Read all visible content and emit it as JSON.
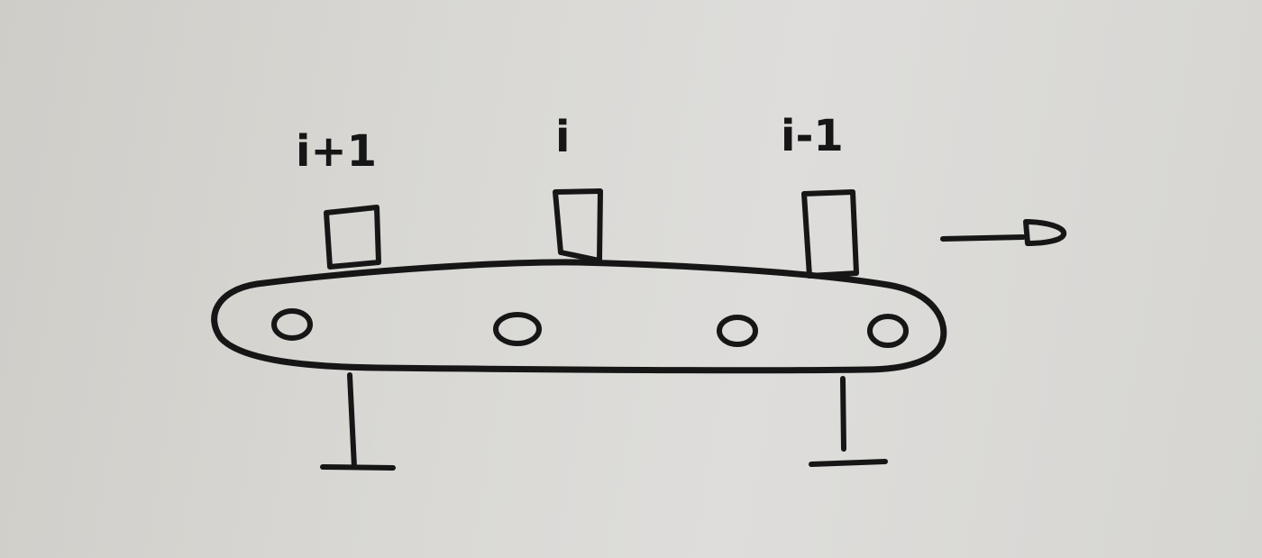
{
  "diagram": {
    "item_labels": [
      "i+1",
      "i",
      "i-1"
    ],
    "colors": {
      "ink": "#161616",
      "paper": "#d9d8d4"
    },
    "motion_direction": "right",
    "icons": [
      "arrow-right-icon",
      "roller-icon"
    ]
  }
}
